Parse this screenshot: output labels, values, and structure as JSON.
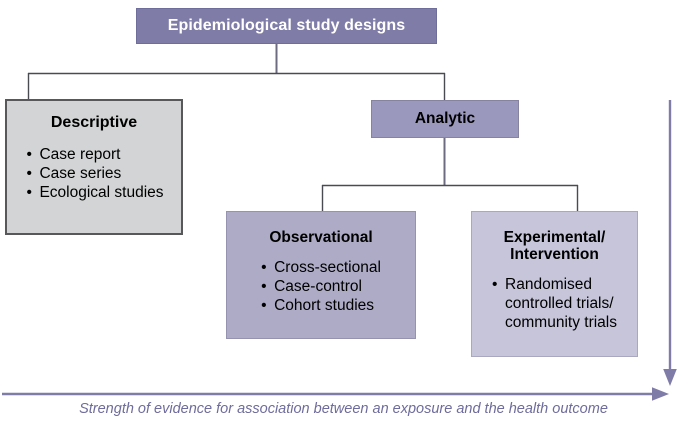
{
  "diagram": {
    "type": "hierarchy-flowchart",
    "root": {
      "label": "Epidemiological study designs",
      "color": "#7f7da8",
      "text_color": "#ffffff"
    },
    "nodes": [
      {
        "id": "descriptive",
        "title": "Descriptive",
        "color": "#d2d4d5",
        "border_color": "#58585a",
        "items": [
          "Case report",
          "Case series",
          "Ecological studies"
        ]
      },
      {
        "id": "analytic",
        "title": "Analytic",
        "color": "#9a98bd",
        "border_color": "#85839f",
        "items": []
      },
      {
        "id": "observational",
        "title": "Observational",
        "color": "#adabc5",
        "border_color": "#9593b0",
        "items": [
          "Cross-sectional",
          "Case-control",
          "Cohort studies"
        ]
      },
      {
        "id": "experimental",
        "title": "Experimental/\nIntervention",
        "color": "#c6c5d9",
        "border_color": "#a9a8c0",
        "items": [
          "Randomised\ncontrolled trials/\ncommunity trials"
        ]
      }
    ],
    "arrows": {
      "vertical_right": {
        "name": "downward-arrow",
        "color": "#7f7da8",
        "direction": "down"
      },
      "horizontal_bottom": {
        "name": "rightward-arrow",
        "color": "#7f7da8",
        "direction": "right"
      }
    },
    "caption": "Strength of evidence for association between an exposure and the health outcome",
    "caption_color": "#6e6c9c"
  }
}
